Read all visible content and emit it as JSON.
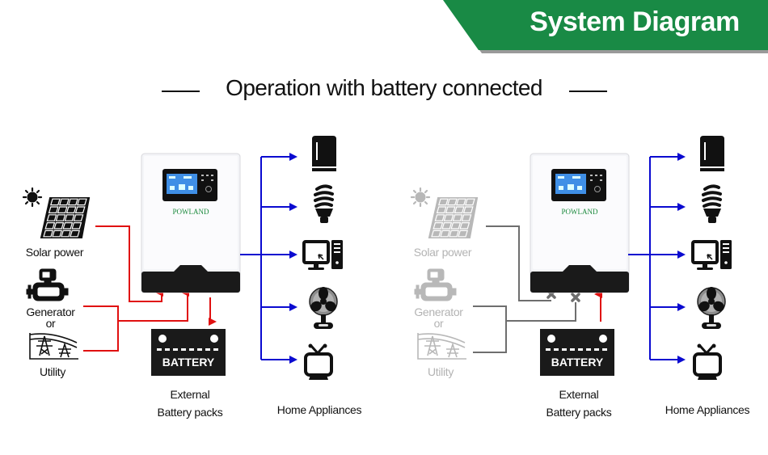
{
  "header": {
    "title": "System Diagram",
    "subtitle": "Operation with battery connected",
    "banner_color": "#198a45"
  },
  "colors": {
    "active_input_line": "#e01010",
    "inactive_input_line": "#6e6e6e",
    "output_line": "#0a0ad0",
    "inactive_source_icon": "#b8b8b8"
  },
  "inverter": {
    "brand": "POWLAND"
  },
  "panels": [
    {
      "id": "left",
      "state": "grid/solar charging with battery connected",
      "sources": [
        {
          "label": "Solar power",
          "icon": "solar-panel-icon",
          "active": true
        },
        {
          "label": "Generator",
          "icon": "generator-icon",
          "active": true
        },
        {
          "label": "or",
          "icon": "",
          "active": true
        },
        {
          "label": "Utility",
          "icon": "utility-tower-icon",
          "active": true
        }
      ],
      "battery": {
        "label": "BATTERY",
        "caption_line1": "External",
        "caption_line2": "Battery packs",
        "flow": "to-battery"
      },
      "appliances_label": "Home Appliances"
    },
    {
      "id": "right",
      "state": "battery supplying loads, inputs disconnected",
      "sources": [
        {
          "label": "Solar power",
          "icon": "solar-panel-icon",
          "active": false
        },
        {
          "label": "Generator",
          "icon": "generator-icon",
          "active": false
        },
        {
          "label": "or",
          "icon": "",
          "active": false
        },
        {
          "label": "Utility",
          "icon": "utility-tower-icon",
          "active": false
        }
      ],
      "battery": {
        "label": "BATTERY",
        "caption_line1": "External",
        "caption_line2": "Battery packs",
        "flow": "to-inverter"
      },
      "appliances_label": "Home Appliances"
    }
  ],
  "appliances": [
    {
      "name": "Refrigerator",
      "icon": "refrigerator-icon"
    },
    {
      "name": "Light bulb",
      "icon": "cfl-bulb-icon"
    },
    {
      "name": "Computer",
      "icon": "computer-icon"
    },
    {
      "name": "Fan",
      "icon": "fan-icon"
    },
    {
      "name": "Television",
      "icon": "tv-icon"
    }
  ]
}
